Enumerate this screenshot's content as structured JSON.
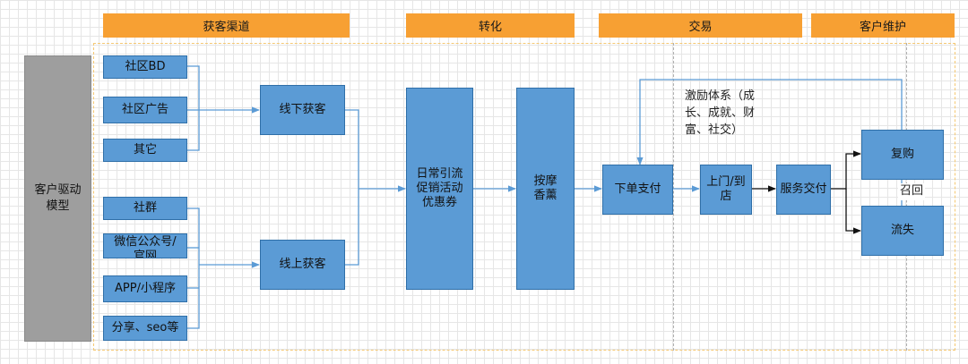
{
  "stages": {
    "acquisition": "获客渠道",
    "conversion": "转化",
    "transaction": "交易",
    "maintenance": "客户维护"
  },
  "driver": {
    "line1": "客户驱动",
    "line2": "模型"
  },
  "channels": {
    "community_bd": "社区BD",
    "community_ads": "社区广告",
    "other": "其它",
    "group": "社群",
    "wechat_line1": "微信公众号/",
    "wechat_line2": "官网",
    "app": "APP/小程序",
    "share": "分享、seo等"
  },
  "acquire": {
    "offline": "线下获客",
    "online": "线上获客"
  },
  "conversion": {
    "line1": "日常引流",
    "line2": "促销活动",
    "line3": "优惠券",
    "product_line1": "按摩",
    "product_line2": "香薰"
  },
  "transaction": {
    "order": "下单支付",
    "visit_line1": "上门/到",
    "visit_line2": "店",
    "service": "服务交付"
  },
  "maintenance": {
    "repurchase": "复购",
    "churn": "流失",
    "recall": "召回"
  },
  "incentive": {
    "line1": "激励体系（成",
    "line2": "长、成就、财",
    "line3": "富、社交）"
  },
  "colors": {
    "stage_header": "#f7a033",
    "box_fill": "#5b9bd5",
    "box_border": "#2f6fa8",
    "driver_fill": "#9e9e9e",
    "connector": "#5b9bd5",
    "frame": "#f5c873"
  }
}
